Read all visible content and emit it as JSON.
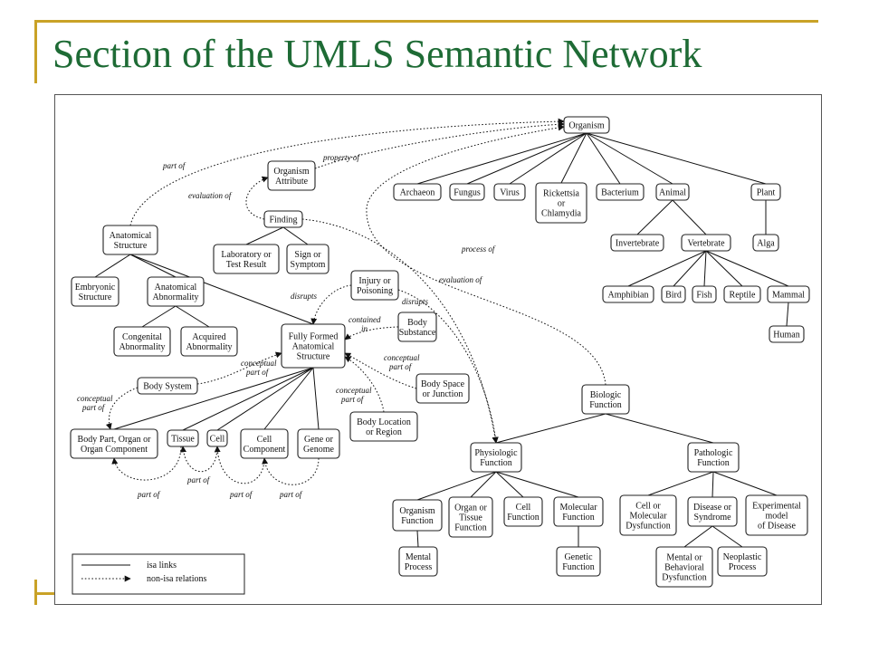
{
  "title": "Section of the UMLS Semantic Network",
  "nodes": [
    {
      "id": "organism",
      "lines": [
        "Organism"
      ]
    },
    {
      "id": "organism_attribute",
      "lines": [
        "Organism",
        "Attribute"
      ]
    },
    {
      "id": "finding",
      "lines": [
        "Finding"
      ]
    },
    {
      "id": "anatomical_structure",
      "lines": [
        "Anatomical",
        "Structure"
      ]
    },
    {
      "id": "lab_test_result",
      "lines": [
        "Laboratory  or",
        "Test Result"
      ]
    },
    {
      "id": "sign_symptom",
      "lines": [
        "Sign or",
        "Symptom"
      ]
    },
    {
      "id": "embryonic_structure",
      "lines": [
        "Embryonic",
        "Structure"
      ]
    },
    {
      "id": "anatomical_abnormality",
      "lines": [
        "Anatomical",
        "Abnormality"
      ]
    },
    {
      "id": "injury_poisoning",
      "lines": [
        "Injury or",
        "Poisoning"
      ]
    },
    {
      "id": "congenital_abnormality",
      "lines": [
        "Congenital",
        "Abnormality"
      ]
    },
    {
      "id": "acquired_abnormality",
      "lines": [
        "Acquired",
        "Abnormality"
      ]
    },
    {
      "id": "fully_formed",
      "lines": [
        "Fully Formed",
        "Anatomical",
        "Structure"
      ]
    },
    {
      "id": "body_substance",
      "lines": [
        "Body",
        "Substance"
      ]
    },
    {
      "id": "body_system",
      "lines": [
        "Body System"
      ]
    },
    {
      "id": "body_space",
      "lines": [
        "Body Space",
        "or Junction"
      ]
    },
    {
      "id": "body_location",
      "lines": [
        "Body Location",
        "or Region"
      ]
    },
    {
      "id": "body_part",
      "lines": [
        "Body Part, Organ or",
        "Organ Component"
      ]
    },
    {
      "id": "tissue",
      "lines": [
        "Tissue"
      ]
    },
    {
      "id": "cell",
      "lines": [
        "Cell"
      ]
    },
    {
      "id": "cell_component",
      "lines": [
        "Cell",
        "Component"
      ]
    },
    {
      "id": "gene_genome",
      "lines": [
        "Gene or",
        "Genome"
      ]
    },
    {
      "id": "archaeon",
      "lines": [
        "Archaeon"
      ]
    },
    {
      "id": "fungus",
      "lines": [
        "Fungus"
      ]
    },
    {
      "id": "virus",
      "lines": [
        "Virus"
      ]
    },
    {
      "id": "rickettsia",
      "lines": [
        "Rickettsia",
        "or",
        "Chlamydia"
      ]
    },
    {
      "id": "bacterium",
      "lines": [
        "Bacterium"
      ]
    },
    {
      "id": "animal",
      "lines": [
        "Animal"
      ]
    },
    {
      "id": "plant",
      "lines": [
        "Plant"
      ]
    },
    {
      "id": "invertebrate",
      "lines": [
        "Invertebrate"
      ]
    },
    {
      "id": "vertebrate",
      "lines": [
        "Vertebrate"
      ]
    },
    {
      "id": "alga",
      "lines": [
        "Alga"
      ]
    },
    {
      "id": "amphibian",
      "lines": [
        "Amphibian"
      ]
    },
    {
      "id": "bird",
      "lines": [
        "Bird"
      ]
    },
    {
      "id": "fish",
      "lines": [
        "Fish"
      ]
    },
    {
      "id": "reptile",
      "lines": [
        "Reptile"
      ]
    },
    {
      "id": "mammal",
      "lines": [
        "Mammal"
      ]
    },
    {
      "id": "human",
      "lines": [
        "Human"
      ]
    },
    {
      "id": "biologic_function",
      "lines": [
        "Biologic",
        "Function"
      ]
    },
    {
      "id": "physiologic_function",
      "lines": [
        "Physiologic",
        "Function"
      ]
    },
    {
      "id": "pathologic_function",
      "lines": [
        "Pathologic",
        "Function"
      ]
    },
    {
      "id": "organism_function",
      "lines": [
        "Organism",
        "Function"
      ]
    },
    {
      "id": "organ_tissue_function",
      "lines": [
        "Organ or",
        "Tissue",
        "Function"
      ]
    },
    {
      "id": "cell_function",
      "lines": [
        "Cell",
        "Function"
      ]
    },
    {
      "id": "molecular_function",
      "lines": [
        "Molecular",
        "Function"
      ]
    },
    {
      "id": "cell_molecular_dysfunction",
      "lines": [
        "Cell or",
        "Molecular",
        "Dysfunction"
      ]
    },
    {
      "id": "disease_syndrome",
      "lines": [
        "Disease or",
        "Syndrome"
      ]
    },
    {
      "id": "experimental_model",
      "lines": [
        "Experimental",
        "model",
        "of Disease"
      ]
    },
    {
      "id": "mental_process",
      "lines": [
        "Mental",
        "Process"
      ]
    },
    {
      "id": "genetic_function",
      "lines": [
        "Genetic",
        "Function"
      ]
    },
    {
      "id": "mental_behavioral",
      "lines": [
        "Mental or",
        "Behavioral",
        "Dysfunction"
      ]
    },
    {
      "id": "neoplastic_process",
      "lines": [
        "Neoplastic",
        "Process"
      ]
    }
  ],
  "isa_links": [
    [
      "organism",
      "archaeon"
    ],
    [
      "organism",
      "fungus"
    ],
    [
      "organism",
      "virus"
    ],
    [
      "organism",
      "rickettsia"
    ],
    [
      "organism",
      "bacterium"
    ],
    [
      "organism",
      "animal"
    ],
    [
      "organism",
      "plant"
    ],
    [
      "animal",
      "invertebrate"
    ],
    [
      "animal",
      "vertebrate"
    ],
    [
      "plant",
      "alga"
    ],
    [
      "vertebrate",
      "amphibian"
    ],
    [
      "vertebrate",
      "bird"
    ],
    [
      "vertebrate",
      "fish"
    ],
    [
      "vertebrate",
      "reptile"
    ],
    [
      "vertebrate",
      "mammal"
    ],
    [
      "mammal",
      "human"
    ],
    [
      "finding",
      "lab_test_result"
    ],
    [
      "finding",
      "sign_symptom"
    ],
    [
      "anatomical_structure",
      "embryonic_structure"
    ],
    [
      "anatomical_structure",
      "anatomical_abnormality"
    ],
    [
      "anatomical_structure",
      "fully_formed"
    ],
    [
      "anatomical_abnormality",
      "congenital_abnormality"
    ],
    [
      "anatomical_abnormality",
      "acquired_abnormality"
    ],
    [
      "fully_formed",
      "body_part"
    ],
    [
      "fully_formed",
      "tissue"
    ],
    [
      "fully_formed",
      "cell"
    ],
    [
      "fully_formed",
      "cell_component"
    ],
    [
      "fully_formed",
      "gene_genome"
    ],
    [
      "biologic_function",
      "physiologic_function"
    ],
    [
      "biologic_function",
      "pathologic_function"
    ],
    [
      "physiologic_function",
      "organism_function"
    ],
    [
      "physiologic_function",
      "organ_tissue_function"
    ],
    [
      "physiologic_function",
      "cell_function"
    ],
    [
      "physiologic_function",
      "molecular_function"
    ],
    [
      "organism_function",
      "mental_process"
    ],
    [
      "molecular_function",
      "genetic_function"
    ],
    [
      "pathologic_function",
      "cell_molecular_dysfunction"
    ],
    [
      "pathologic_function",
      "disease_syndrome"
    ],
    [
      "pathologic_function",
      "experimental_model"
    ],
    [
      "disease_syndrome",
      "mental_behavioral"
    ],
    [
      "disease_syndrome",
      "neoplastic_process"
    ]
  ],
  "relations": [
    {
      "from": "anatomical_structure",
      "to": "organism",
      "label": "part of"
    },
    {
      "from": "organism_attribute",
      "to": "organism",
      "label": "property of"
    },
    {
      "from": "finding",
      "to": "organism_attribute",
      "label": "evaluation of"
    },
    {
      "from": "biologic_function",
      "to": "organism",
      "label": "process of"
    },
    {
      "from": "finding",
      "to": "physiologic_function",
      "label": "evaluation of"
    },
    {
      "from": "injury_poisoning",
      "to": "fully_formed",
      "label": "disrupts"
    },
    {
      "from": "injury_poisoning",
      "to": "physiologic_function",
      "label": "disrupts"
    },
    {
      "from": "body_substance",
      "to": "fully_formed",
      "label": "contained in"
    },
    {
      "from": "body_space",
      "to": "fully_formed",
      "label": "conceptual part of"
    },
    {
      "from": "body_location",
      "to": "fully_formed",
      "label": "conceptual part of"
    },
    {
      "from": "body_system",
      "to": "fully_formed",
      "label": "conceptual part of"
    },
    {
      "from": "body_system",
      "to": "body_part",
      "label": "conceptual part of"
    },
    {
      "from": "tissue",
      "to": "body_part",
      "label": "part of"
    },
    {
      "from": "cell",
      "to": "tissue",
      "label": "part of"
    },
    {
      "from": "cell_component",
      "to": "cell",
      "label": "part of"
    },
    {
      "from": "gene_genome",
      "to": "cell_component",
      "label": "part of"
    }
  ],
  "legend": {
    "isa": "isa links",
    "nonisa": "non-isa relations"
  }
}
